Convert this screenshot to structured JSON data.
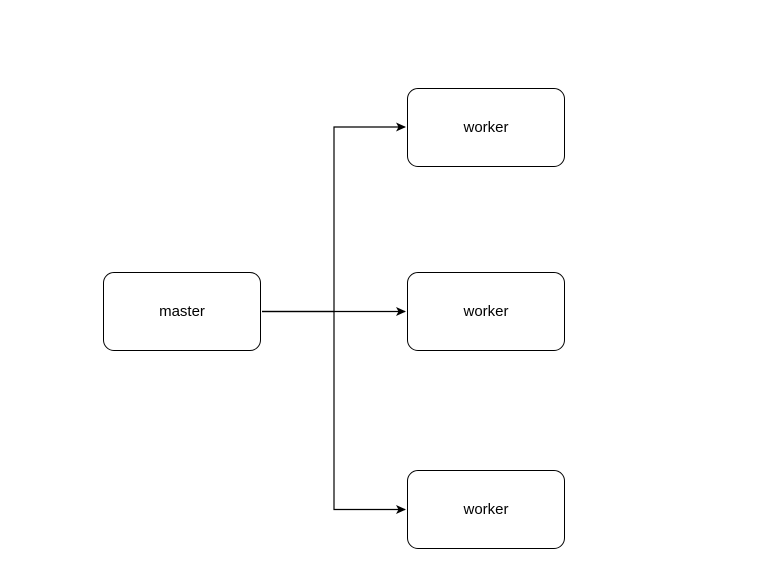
{
  "diagram": {
    "nodes": [
      {
        "id": "master",
        "label": "master"
      },
      {
        "id": "worker_1",
        "label": "worker"
      },
      {
        "id": "worker_2",
        "label": "worker"
      },
      {
        "id": "worker_3",
        "label": "worker"
      }
    ],
    "edges": [
      {
        "from": "master",
        "to": "worker_1"
      },
      {
        "from": "master",
        "to": "worker_2"
      },
      {
        "from": "master",
        "to": "worker_3"
      }
    ],
    "colors": {
      "stroke": "#000000",
      "fill": "#ffffff",
      "text": "#000000"
    }
  }
}
